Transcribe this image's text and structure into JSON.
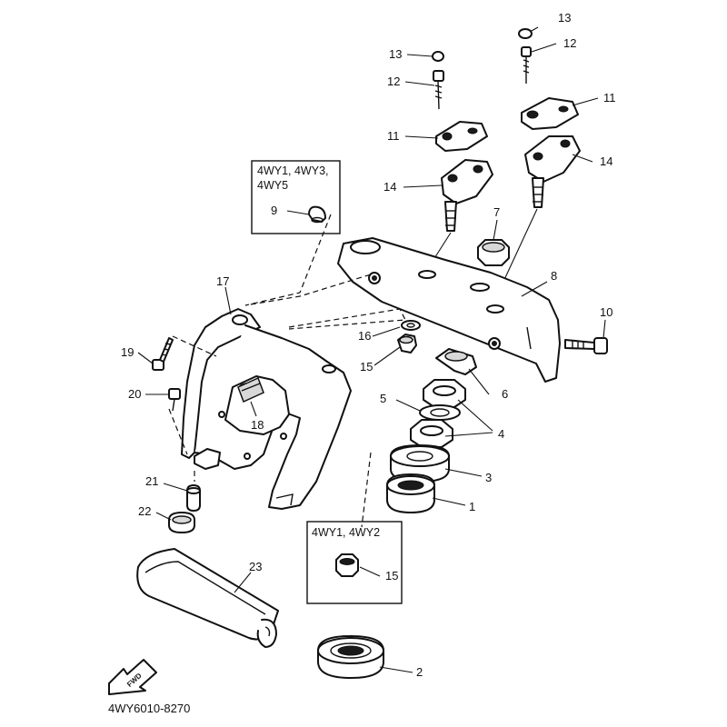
{
  "diagram_code": "4WY6010-8270",
  "fwd_label": "FWD",
  "callouts": {
    "p1": "1",
    "p2": "2",
    "p3": "3",
    "p4": "4",
    "p5": "5",
    "p6": "6",
    "p7": "7",
    "p8": "8",
    "p9": "9",
    "p10": "10",
    "p11a": "11",
    "p11b": "11",
    "p12a": "12",
    "p12b": "12",
    "p13a": "13",
    "p13b": "13",
    "p14a": "14",
    "p14b": "14",
    "p15a": "15",
    "p15b": "15",
    "p16": "16",
    "p17": "17",
    "p18": "18",
    "p19": "19",
    "p20": "20",
    "p21": "21",
    "p22": "22",
    "p23": "23"
  },
  "variant_box_top": {
    "line1": "4WY1, 4WY3,",
    "line2": "4WY5"
  },
  "variant_box_bottom": {
    "line1": "4WY1, 4WY2"
  }
}
